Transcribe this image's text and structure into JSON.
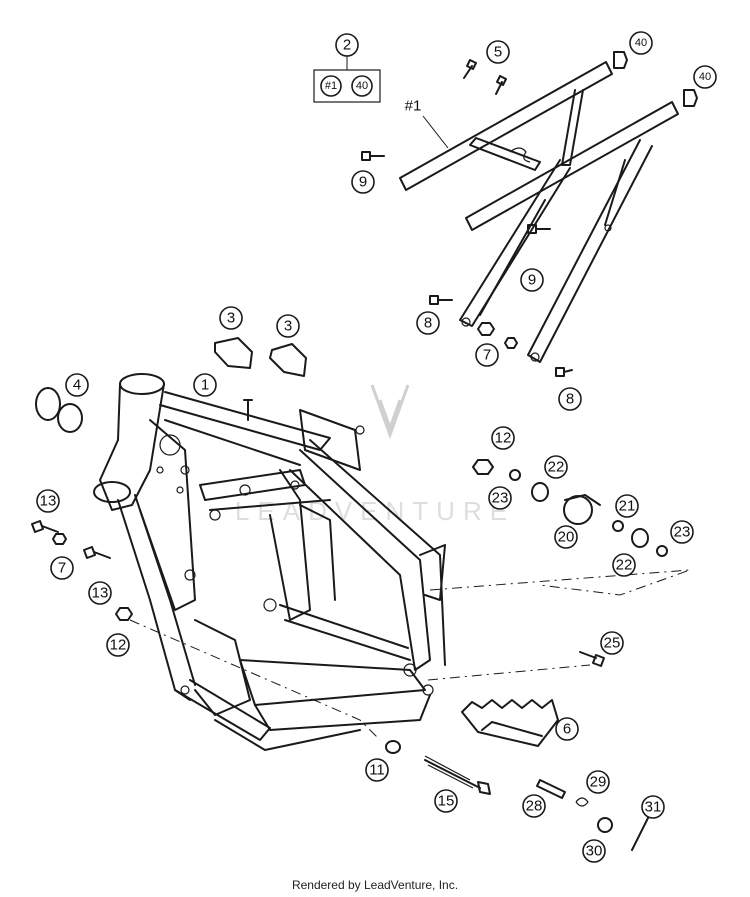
{
  "watermark": "LEADVENTURE",
  "footer": "Rendered by LeadVenture, Inc.",
  "callouts": [
    {
      "label": "2"
    },
    {
      "label": "#1"
    },
    {
      "label": "40"
    },
    {
      "label": "5"
    },
    {
      "label": "40"
    },
    {
      "label": "40"
    },
    {
      "label": "#1"
    },
    {
      "label": "9"
    },
    {
      "label": "9"
    },
    {
      "label": "8"
    },
    {
      "label": "7"
    },
    {
      "label": "8"
    },
    {
      "label": "3"
    },
    {
      "label": "3"
    },
    {
      "label": "4"
    },
    {
      "label": "1"
    },
    {
      "label": "12"
    },
    {
      "label": "22"
    },
    {
      "label": "23"
    },
    {
      "label": "21"
    },
    {
      "label": "20"
    },
    {
      "label": "23"
    },
    {
      "label": "22"
    },
    {
      "label": "13"
    },
    {
      "label": "7"
    },
    {
      "label": "13"
    },
    {
      "label": "12"
    },
    {
      "label": "25"
    },
    {
      "label": "6"
    },
    {
      "label": "11"
    },
    {
      "label": "15"
    },
    {
      "label": "29"
    },
    {
      "label": "28"
    },
    {
      "label": "31"
    },
    {
      "label": "30"
    }
  ]
}
